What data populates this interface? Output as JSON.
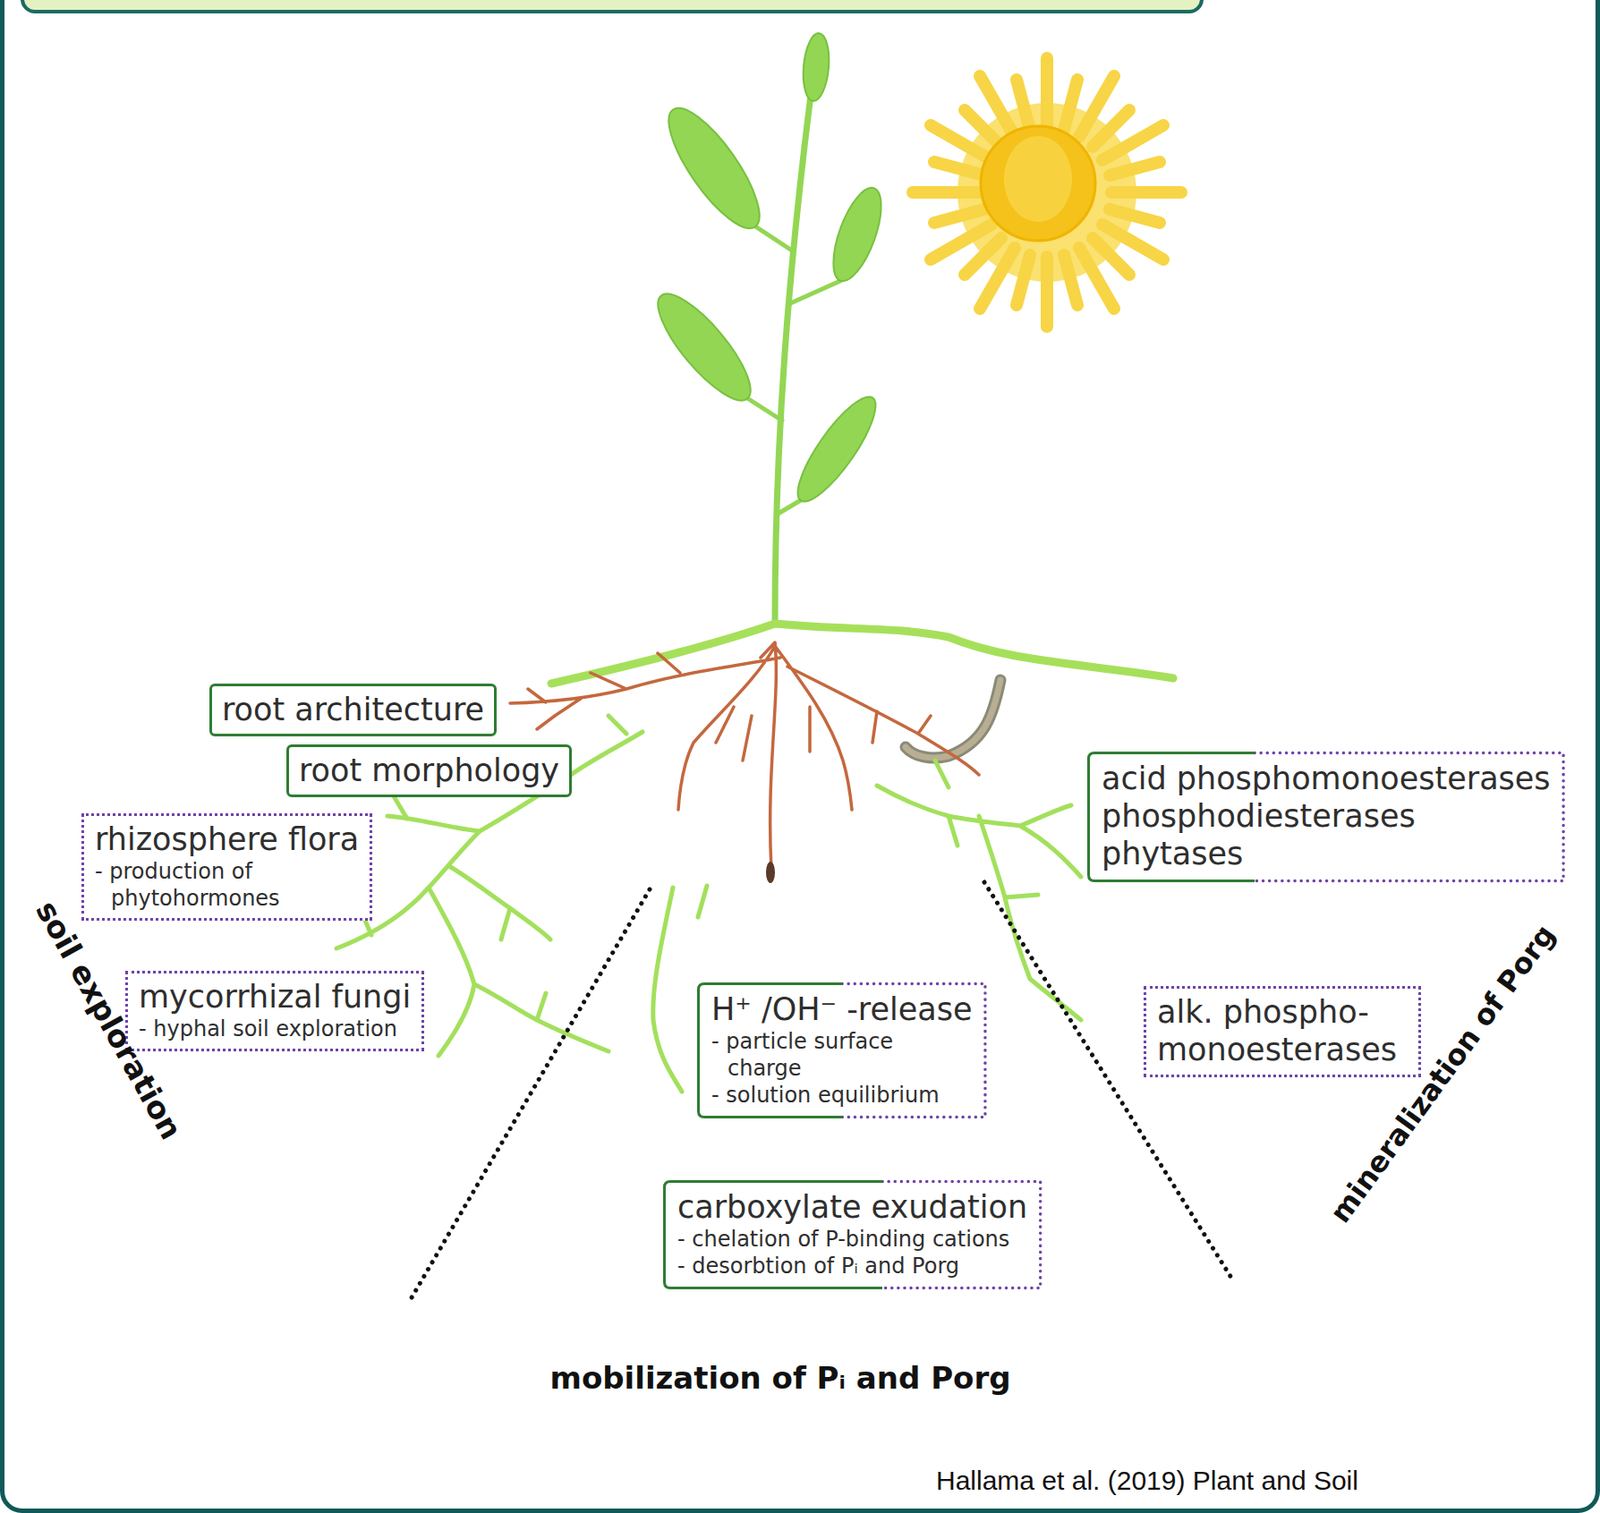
{
  "diagram": {
    "caption": "Hallama et al. (2019) Plant and Soil",
    "nodes": [
      {
        "text": [
          "root architecture"
        ]
      },
      {
        "text": [
          "root morphology"
        ]
      },
      {
        "text": [
          "rhizosphere flora",
          "- production of phytohormones"
        ]
      },
      {
        "text": [
          "mycorrhizal fungi",
          "- hyphal soil exploration"
        ]
      },
      {
        "text": [
          "H⁺ /OH⁻ -release",
          "- particle surface charge",
          "- solution equilibrium"
        ]
      },
      {
        "text": [
          "carboxylate exudation",
          "- chelation of P-binding cations",
          "- desorbtion of Pᵢ and Porg"
        ]
      },
      {
        "text": [
          "acid phosphomonoesterases",
          "phosphodiesterases",
          "phytases"
        ]
      },
      {
        "text": [
          "alk. phospho- monoesterases"
        ]
      }
    ],
    "labels": [
      "soil exploration",
      "mobilization of Pᵢ and Porg",
      "mineralization of Porg"
    ]
  }
}
